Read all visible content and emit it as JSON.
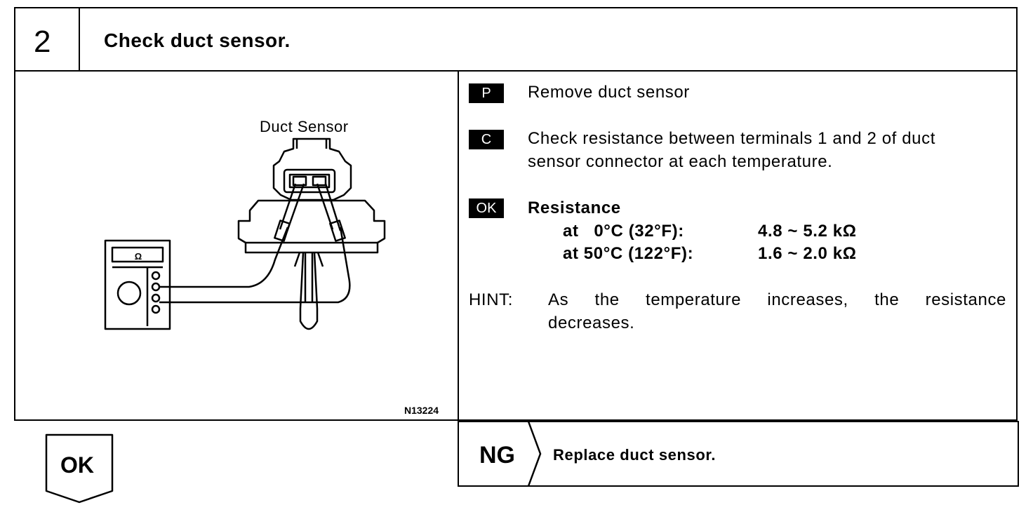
{
  "step": {
    "number": "2",
    "title": "Check duct sensor."
  },
  "figure": {
    "caption": "Duct Sensor",
    "meter_symbol": "Ω",
    "figure_id": "N13224"
  },
  "procedure": {
    "p_badge": "P",
    "p_text": "Remove duct sensor",
    "c_badge": "C",
    "c_text_line1": "Check resistance between terminals 1 and 2 of duct",
    "c_text_line2": "sensor connector at each temperature.",
    "ok_badge": "OK",
    "spec_title": "Resistance",
    "spec_rows": [
      {
        "condition": "at   0°C (32°F):",
        "value": "4.8 ~ 5.2 kΩ"
      },
      {
        "condition": "at 50°C (122°F):",
        "value": "1.6 ~ 2.0 kΩ"
      }
    ],
    "hint_label": "HINT:",
    "hint_line1": "As the temperature increases, the resistance",
    "hint_line2": "decreases."
  },
  "result": {
    "ok_label": "OK",
    "ng_label": "NG",
    "ng_action": "Replace duct sensor."
  }
}
